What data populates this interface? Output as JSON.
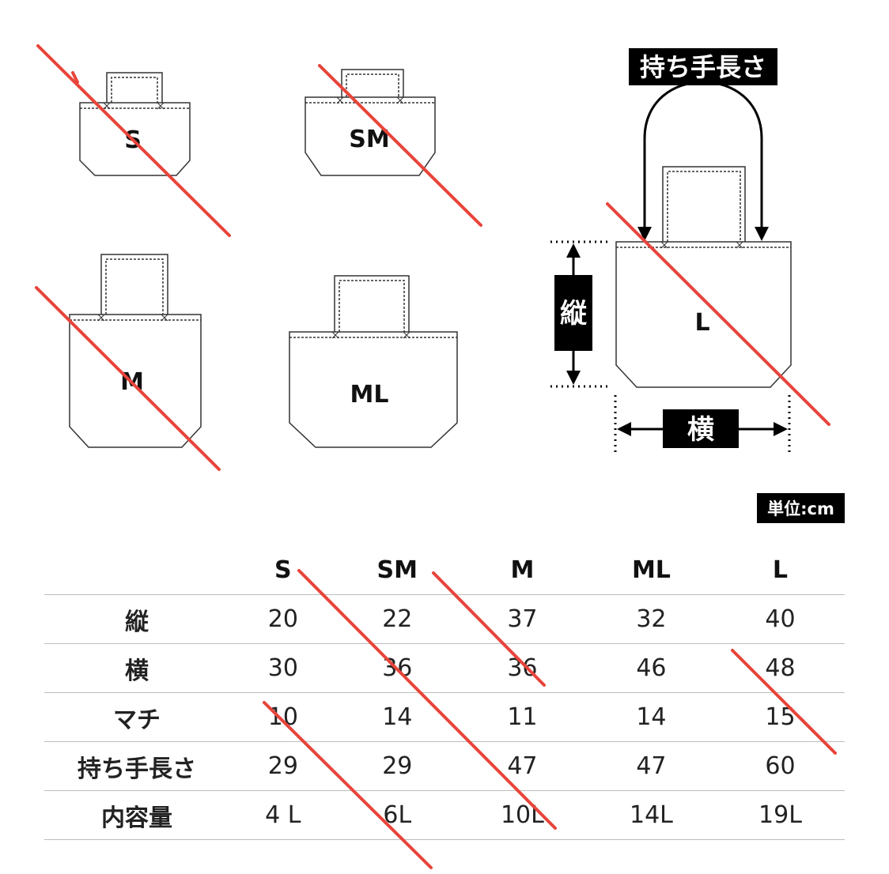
{
  "bags": [
    {
      "size": "S"
    },
    {
      "size": "SM"
    },
    {
      "size": "M"
    },
    {
      "size": "ML"
    },
    {
      "size": "L"
    }
  ],
  "dimension_labels": {
    "handle": "持ち手長さ",
    "height": "縦",
    "width": "横"
  },
  "unit_label": "単位:cm",
  "table": {
    "headers": [
      "",
      "S",
      "SM",
      "M",
      "ML",
      "L"
    ],
    "rows": [
      {
        "label": "縦",
        "values": [
          "20",
          "22",
          "37",
          "32",
          "40"
        ]
      },
      {
        "label": "横",
        "values": [
          "30",
          "36",
          "36",
          "46",
          "48"
        ]
      },
      {
        "label": "マチ",
        "values": [
          "10",
          "14",
          "11",
          "14",
          "15"
        ]
      },
      {
        "label": "持ち手長さ",
        "values": [
          "29",
          "29",
          "47",
          "47",
          "60"
        ]
      },
      {
        "label": "内容量",
        "values": [
          "4 L",
          "6L",
          "10L",
          "14L",
          "19L"
        ]
      }
    ]
  },
  "colors": {
    "outline": "#333333",
    "strike": "#e8443a",
    "label_bg": "#000000"
  }
}
